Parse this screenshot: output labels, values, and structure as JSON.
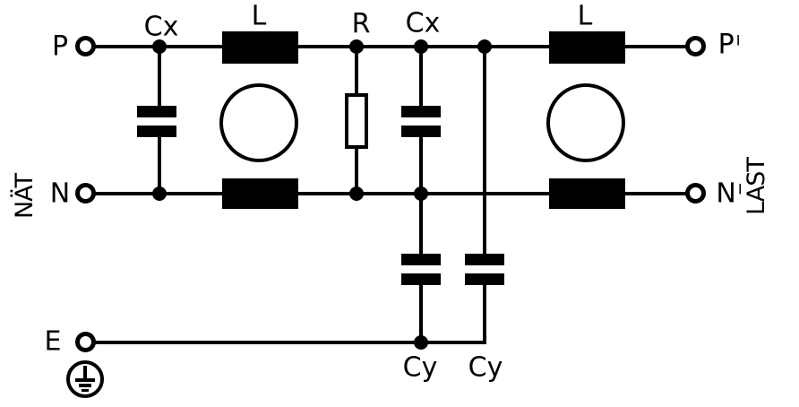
{
  "colors": {
    "background": "#ffffff",
    "ink": "#000000"
  },
  "labels": {
    "terminal_p": "P",
    "terminal_n": "N",
    "terminal_e": "E",
    "terminal_p_out_base": "P",
    "terminal_p_out_prime": "I",
    "terminal_n_out_base": "N",
    "terminal_n_out_prime": "I",
    "side_left": "NÄT",
    "side_right": "LAST",
    "inductor_left": "L",
    "inductor_right": "L",
    "resistor": "R",
    "cap_x_left": "Cx",
    "cap_x_mid": "Cx",
    "cap_y_left": "Cy",
    "cap_y_right": "Cy"
  },
  "icons": {
    "earth": "protective-earth-icon"
  }
}
